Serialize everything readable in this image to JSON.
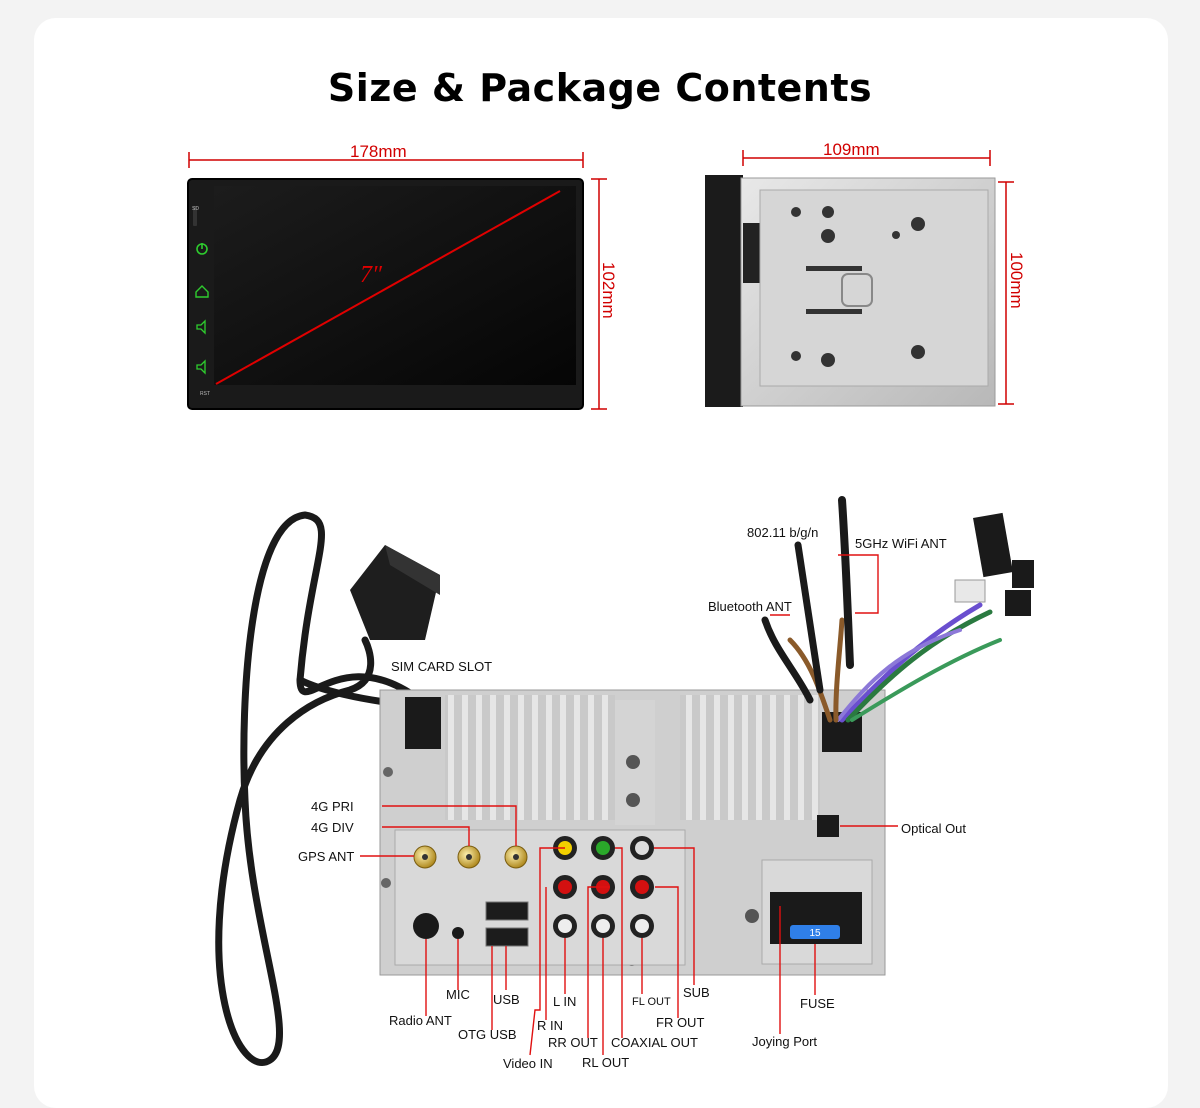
{
  "title": "Size & Package Contents",
  "dimensions": {
    "screen_width": "178mm",
    "screen_height": "102mm",
    "screen_diagonal": "7″",
    "chassis_width": "109mm",
    "chassis_height": "100mm"
  },
  "panel": {
    "sd_label": "SD",
    "rst_label": "RST"
  },
  "ports": {
    "pri_4g": "4G PRI",
    "div_4g": "4G DIV",
    "gps_ant": "GPS ANT",
    "radio_ant": "Radio ANT",
    "mic": "MIC",
    "otg_usb": "OTG USB",
    "usb": "USB",
    "video_in": "Video IN",
    "r_in": "R IN",
    "l_in": "L IN",
    "rr_out": "RR OUT",
    "rl_out": "RL OUT",
    "coaxial_out": "COAXIAL OUT",
    "fl_out": "FL OUT",
    "fr_out": "FR OUT",
    "sub": "SUB",
    "optical_out": "Optical Out",
    "joying_port": "Joying Port",
    "fuse": "FUSE",
    "sim_card_slot": "SIM CARD SLOT",
    "bt_ant": "Bluetooth ANT",
    "wifi_ant": "802.11 b/g/n",
    "wifi5_ant": "5GHz WiFi ANT"
  },
  "fuse_value": "15",
  "colors": {
    "dimension_red": "#d10000",
    "callout_red": "#e01010",
    "power_green": "#2ecc2e",
    "rca_yellow": "#f2d000",
    "rca_green": "#2aa82a",
    "rca_red": "#d41010",
    "fuse_blue": "#2f7fe8"
  }
}
